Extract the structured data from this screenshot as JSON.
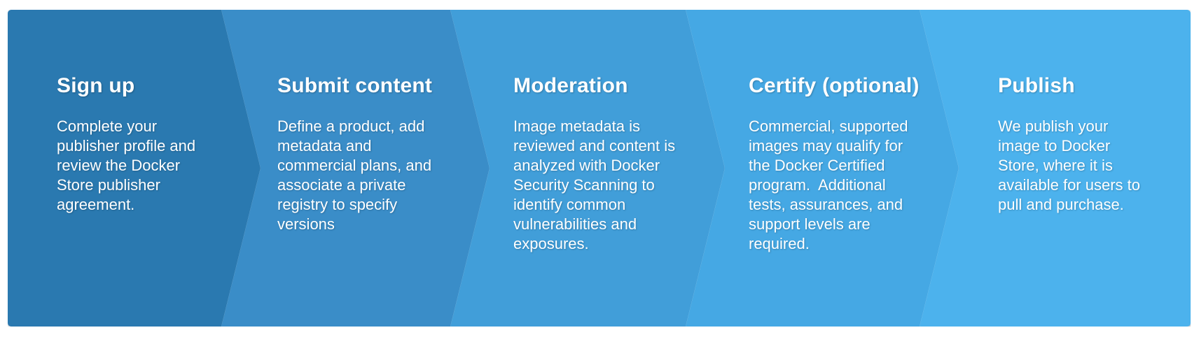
{
  "diagram": {
    "background_color": "#ffffff",
    "text_color": "#ffffff",
    "steps": [
      {
        "heading": "Sign up",
        "body": "Complete your\npublisher profile and\nreview the Docker\nStore publisher\nagreement.",
        "color": "#2a79b0"
      },
      {
        "heading": "Submit content",
        "body": "Define a product, add\nmetadata and\ncommercial plans, and\nassociate a private\nregistry to specify\nversions",
        "color": "#3a8dc8"
      },
      {
        "heading": "Moderation",
        "body": "Image metadata is\nreviewed and content is\nanalyzed with Docker\nSecurity Scanning to\nidentify common\nvulnerabilities and\nexposures.",
        "color": "#419ed9"
      },
      {
        "heading": "Certify (optional)",
        "body": "Commercial, supported\nimages may qualify for\nthe Docker Certified\nprogram.  Additional\ntests, assurances, and\nsupport levels are\nrequired.",
        "color": "#45a8e4"
      },
      {
        "heading": "Publish",
        "body": "We publish your\nimage to Docker\nStore, where it is\navailable for users to\npull and purchase.",
        "color": "#4cb2ed"
      }
    ]
  }
}
